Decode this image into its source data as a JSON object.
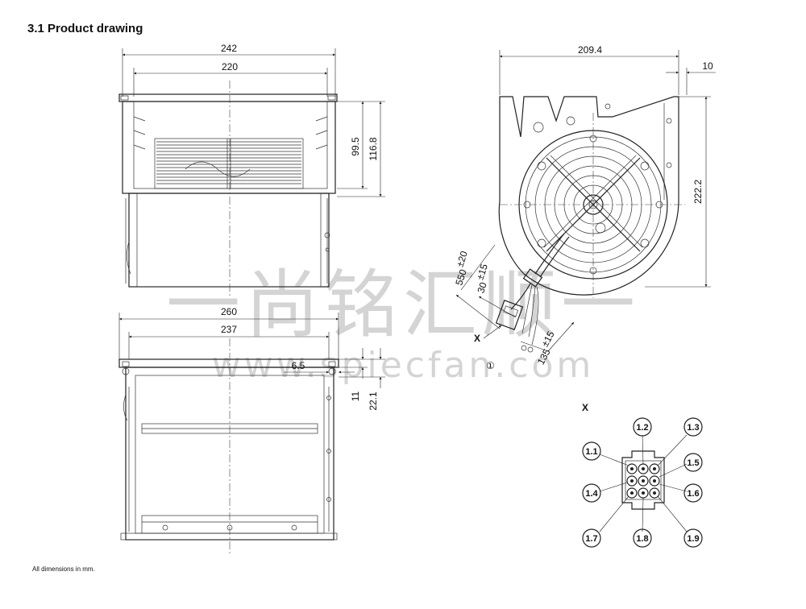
{
  "title": "3.1 Product drawing",
  "footnote": "All dimensions in mm.",
  "dimensions": {
    "top_outer_width": "242",
    "top_inner_width": "220",
    "top_height_a": "99.5",
    "top_height_b": "116.8",
    "side_overall_width": "209.4",
    "side_flange": "10",
    "side_height": "222.2",
    "cable_length": "550",
    "cable_length_tol": "±20",
    "cable_strip": "30",
    "cable_strip_tol": "±15",
    "cable_lead": "135",
    "cable_lead_tol": "±15",
    "bottom_outer_width": "260",
    "bottom_inner_width": "237",
    "bottom_offset": "6.5",
    "bottom_height_a": "11",
    "bottom_height_b": "22.1"
  },
  "markers": {
    "view_x": "X",
    "detail_x": "X",
    "callout_1": "①"
  },
  "connector_pins": [
    "1.1",
    "1.2",
    "1.3",
    "1.4",
    "1.5",
    "1.6",
    "1.7",
    "1.8",
    "1.9"
  ],
  "watermark": {
    "cn": "一尚铭汇顺一",
    "url": "www.spiecfan.com"
  }
}
